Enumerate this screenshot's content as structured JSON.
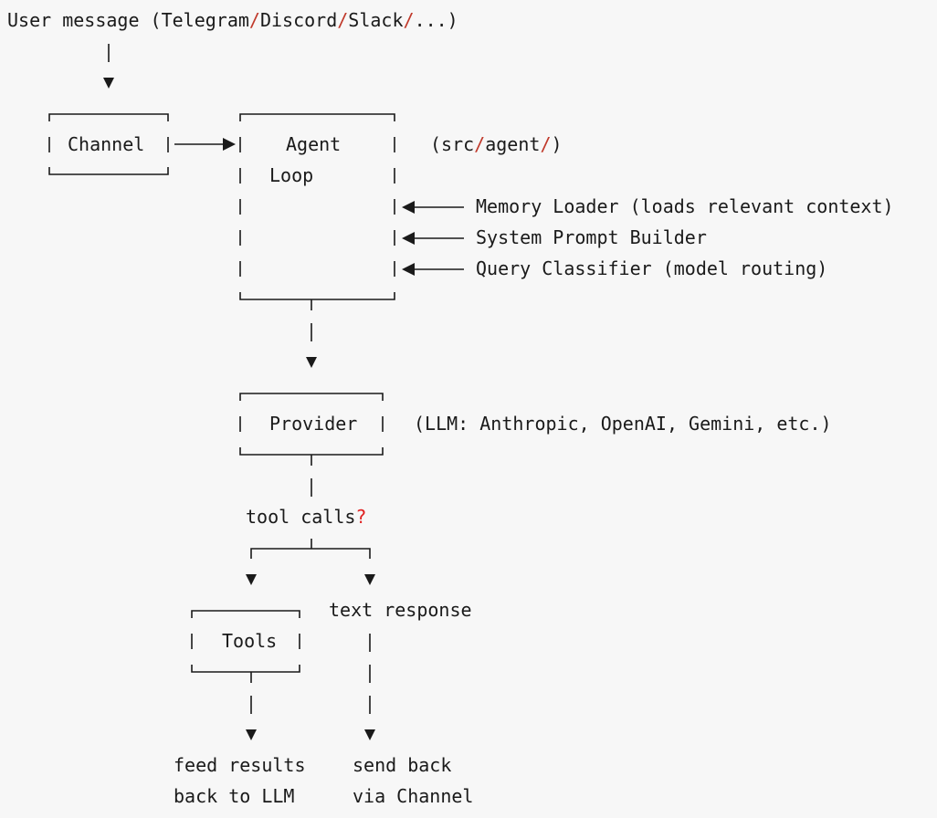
{
  "input": {
    "prefix": "User message (Telegram",
    "sep1": "/",
    "discord": "Discord",
    "sep2": "/",
    "slack": "Slack",
    "sep3": "/",
    "suffix": "...)"
  },
  "channel": {
    "label": "Channel"
  },
  "agent": {
    "line1": "Agent",
    "line2": "Loop",
    "path_open": "(src",
    "path_sep1": "/",
    "path_mid": "agent",
    "path_sep2": "/",
    "path_close": ")"
  },
  "inputs_to_agent": [
    "Memory Loader (loads relevant context)",
    "System Prompt Builder",
    "Query Classifier (model routing)"
  ],
  "provider": {
    "label": "Provider",
    "note": "(LLM: Anthropic, OpenAI, Gemini, etc.)"
  },
  "decision": {
    "text": "tool calls",
    "mark": "?"
  },
  "tools": {
    "label": "Tools"
  },
  "text_response": {
    "label": "text response"
  },
  "outcomes": {
    "feed_line1": "feed results",
    "feed_line2": "back to LLM",
    "send_line1": "send back",
    "send_line2": "via Channel"
  }
}
